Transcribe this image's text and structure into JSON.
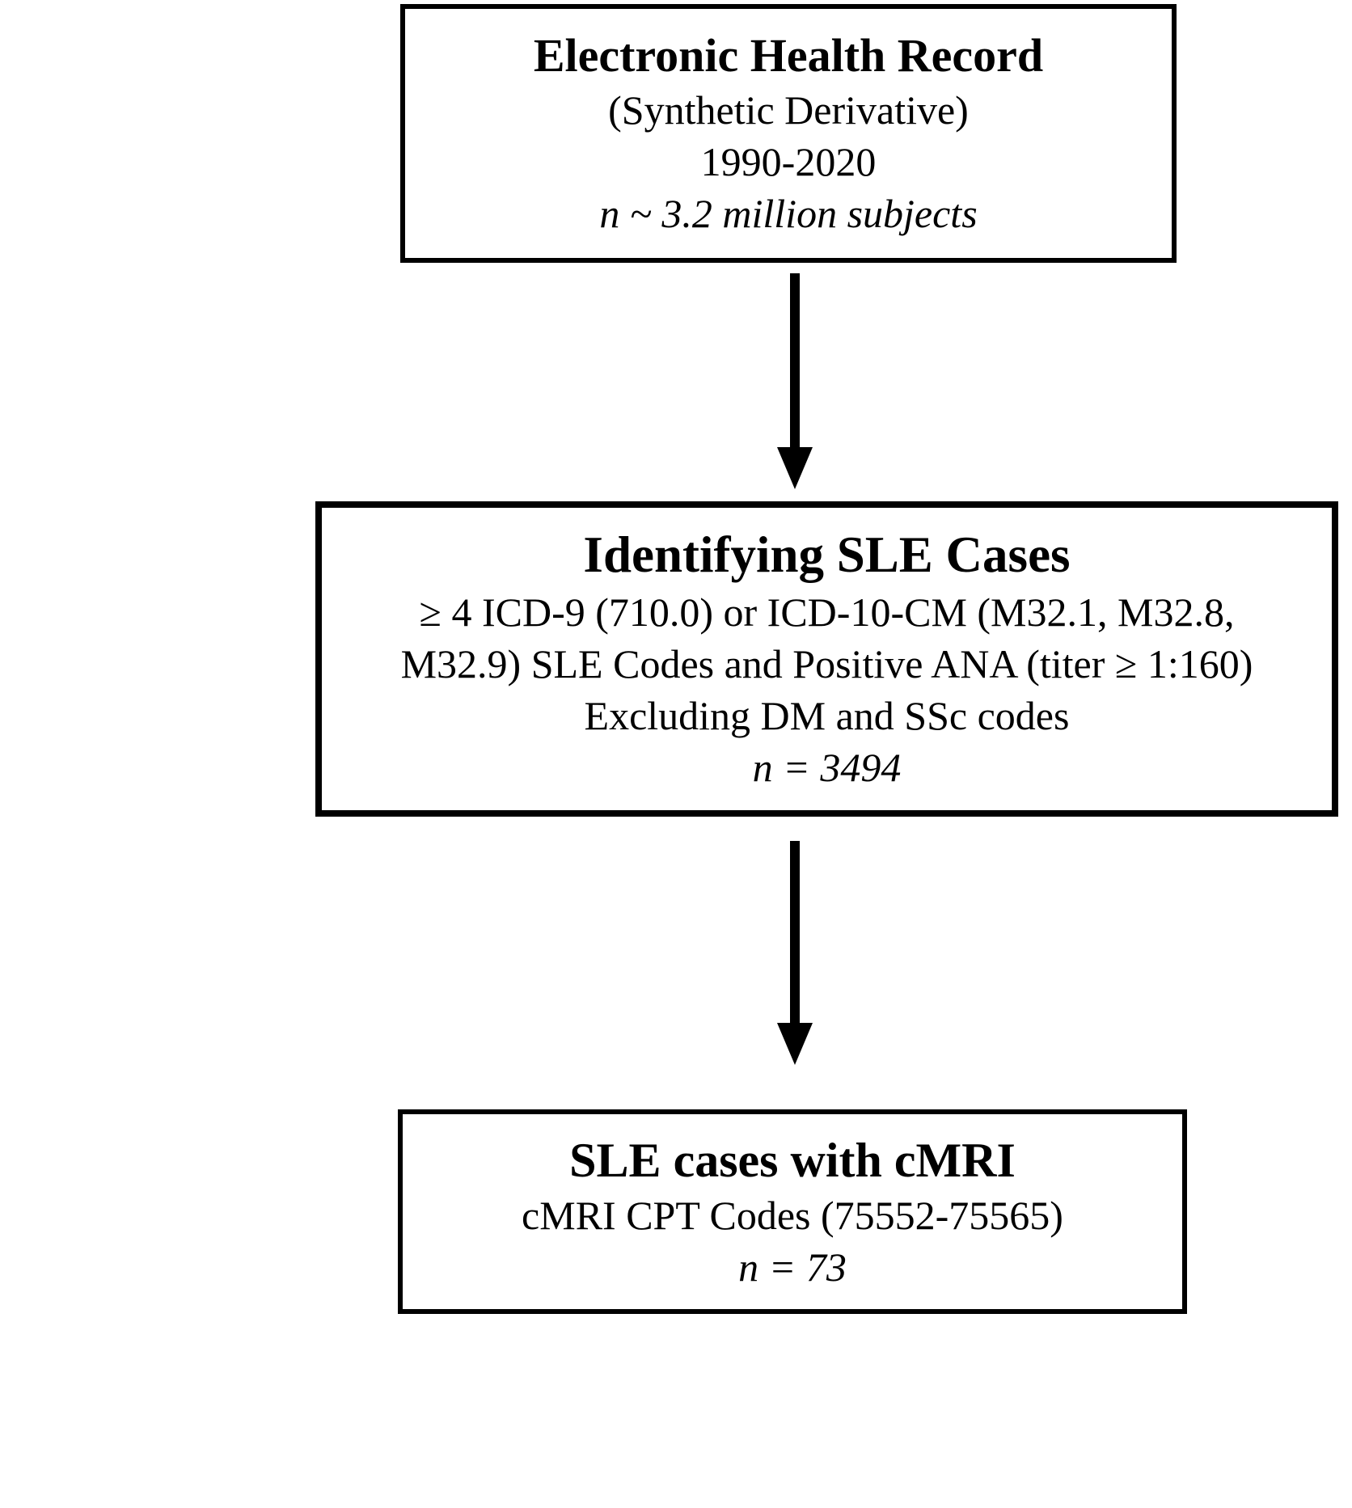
{
  "diagram": {
    "type": "flowchart",
    "ink_color": "#000000",
    "background_color": "#ffffff",
    "boxes": [
      {
        "id": "ehr",
        "title": "Electronic Health Record",
        "lines": [
          "(Synthetic Derivative)",
          "1990-2020"
        ],
        "n_line": "n ~ 3.2 million subjects"
      },
      {
        "id": "identifying-sle-cases",
        "title": "Identifying SLE Cases",
        "lines": [
          "≥ 4 ICD-9 (710.0) or ICD-10-CM (M32.1, M32.8,",
          "M32.9) SLE Codes and Positive ANA (titer ≥ 1:160)",
          "Excluding DM and SSc codes"
        ],
        "n_line": "n = 3494"
      },
      {
        "id": "sle-cases-with-cmri",
        "title": "SLE cases with cMRI",
        "lines": [
          "cMRI CPT Codes (75552-75565)"
        ],
        "n_line": "n = 73"
      }
    ],
    "connectors": [
      {
        "from": "ehr",
        "to": "identifying-sle-cases",
        "direction": "down"
      },
      {
        "from": "identifying-sle-cases",
        "to": "sle-cases-with-cmri",
        "direction": "down"
      }
    ]
  }
}
